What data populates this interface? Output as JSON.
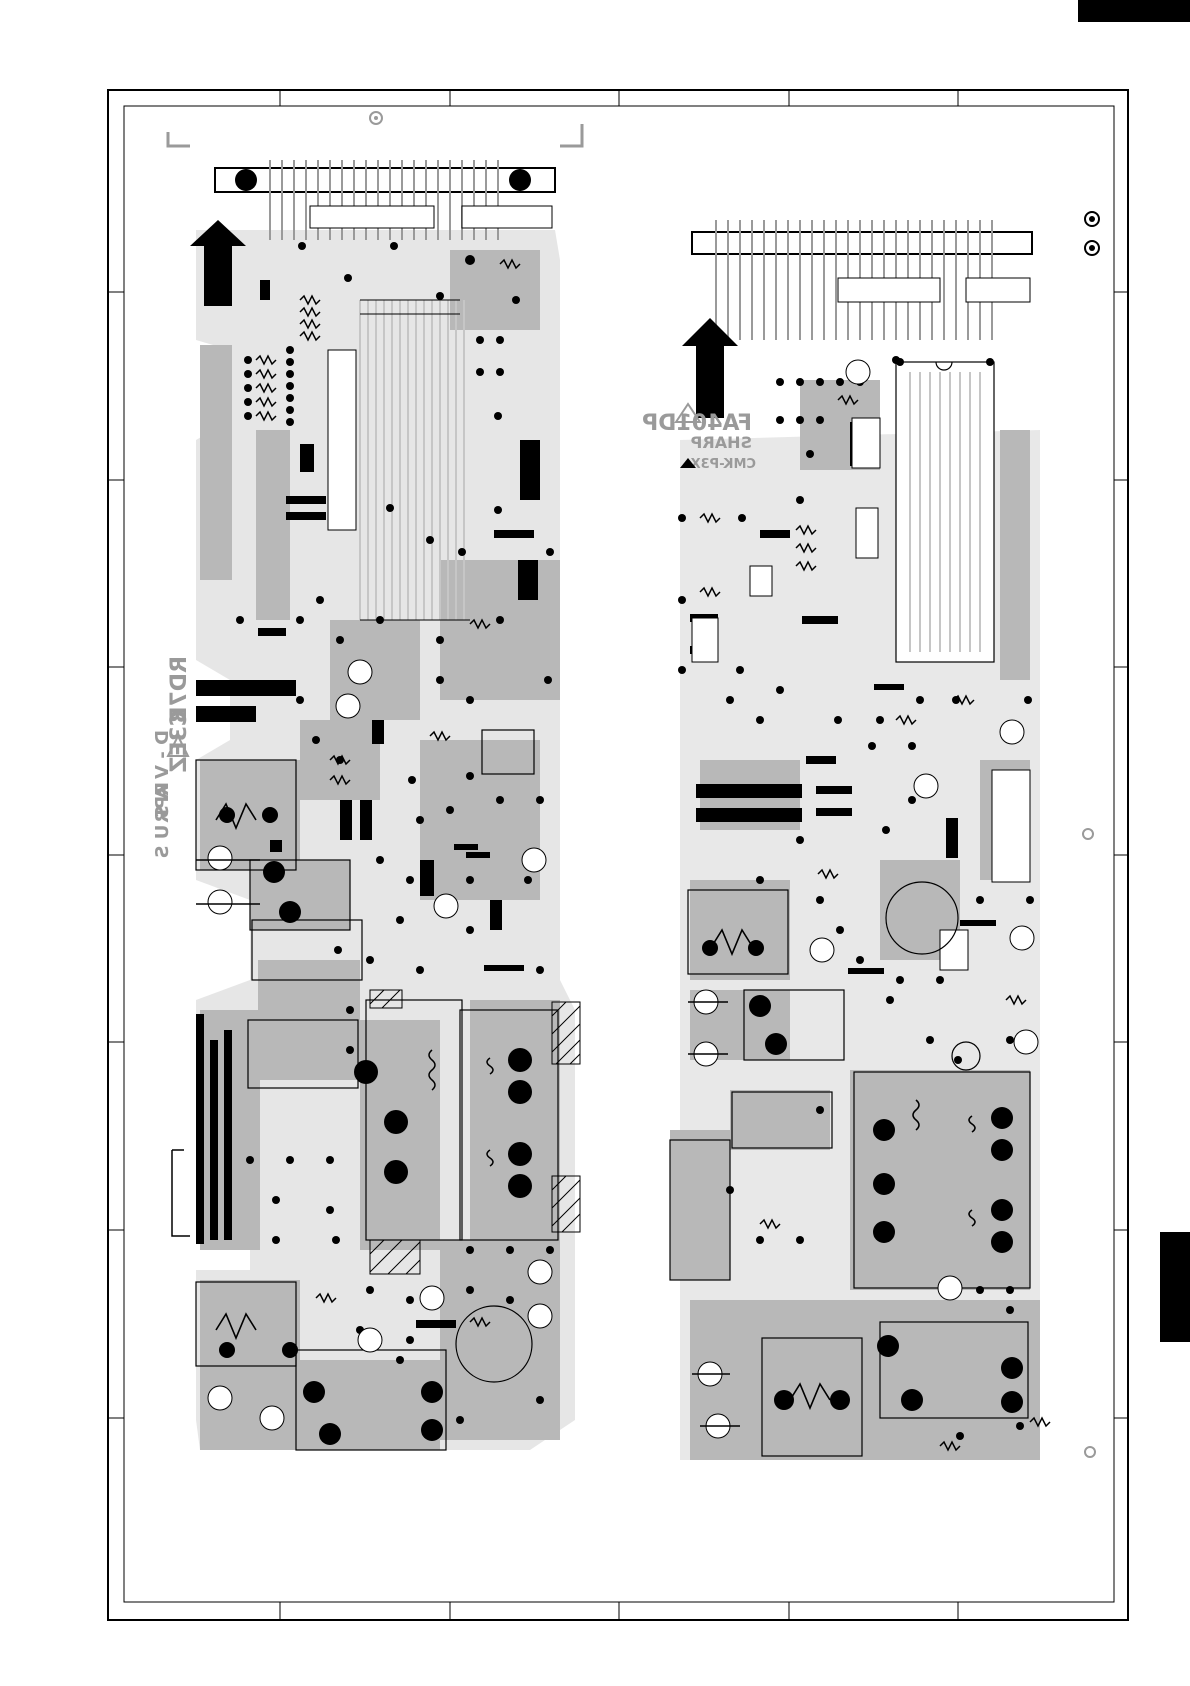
{
  "page": {
    "right_tab_visible": true,
    "top_tab_visible": true
  },
  "colors": {
    "copper": "#b8b8b8",
    "trace": "#c6c6c6",
    "ink": "#000000",
    "frame": "#000000",
    "silk": "#9a9a9a"
  },
  "left_board": {
    "silk_text": {
      "code": "RD7B",
      "ref": "C3EZ",
      "logo": "RPR",
      "side": "D - V A S U S"
    }
  },
  "right_board": {
    "silk_text": {
      "ref": "FA401DP",
      "brand": "SHARP",
      "model": "CMK-P3X"
    }
  }
}
